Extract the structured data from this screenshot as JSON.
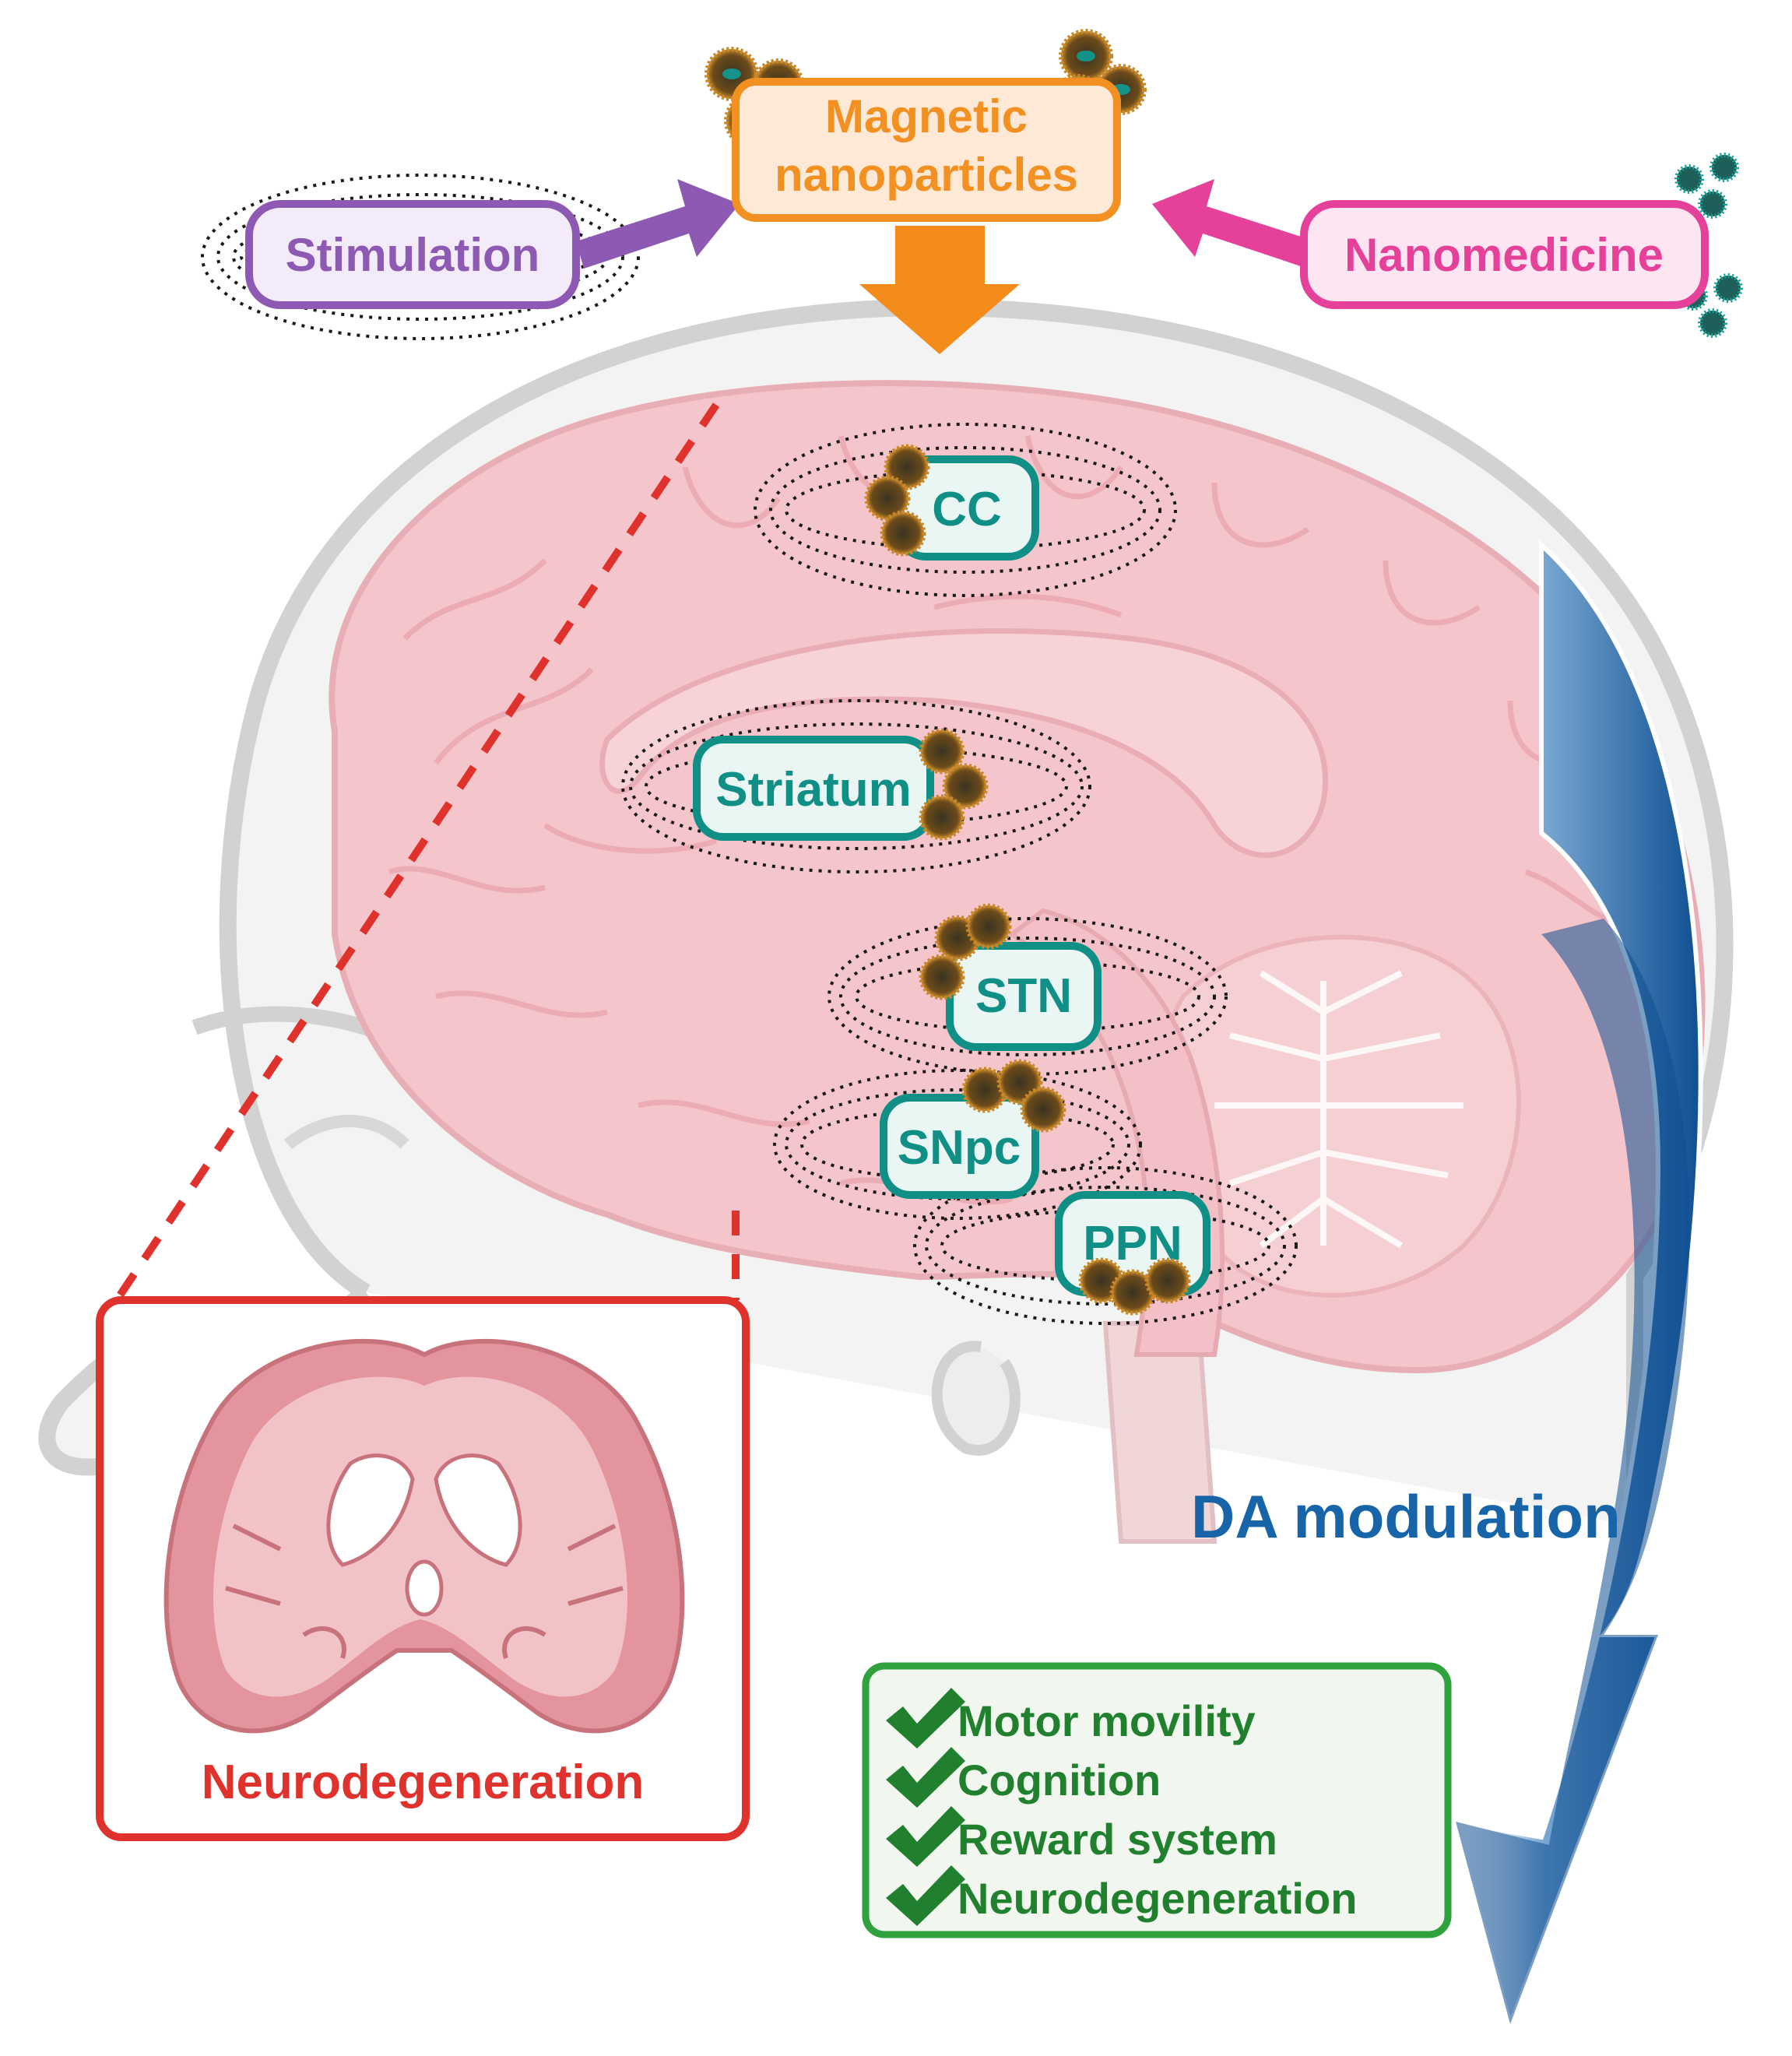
{
  "top": {
    "magnetic_line1": "Magnetic",
    "magnetic_line2": "nanoparticles",
    "stimulation": "Stimulation",
    "nanomedicine": "Nanomedicine"
  },
  "regions": {
    "cc": "CC",
    "striatum": "Striatum",
    "stn": "STN",
    "snpc": "SNpc",
    "ppn": "PPN"
  },
  "da_modulation": "DA modulation",
  "inset": {
    "caption": "Neurodegeneration"
  },
  "outcomes": {
    "items": [
      "Motor movility",
      "Cognition",
      "Reward system",
      "Neurodegeneration"
    ]
  },
  "colors": {
    "purple": "#8e59b3",
    "orange": "#f39022",
    "pink": "#e5409a",
    "teal": "#0f8f86",
    "red": "#e0322d",
    "blue": "#1765a8",
    "green": "#2fa13d",
    "brain": "#f2c3c8"
  }
}
